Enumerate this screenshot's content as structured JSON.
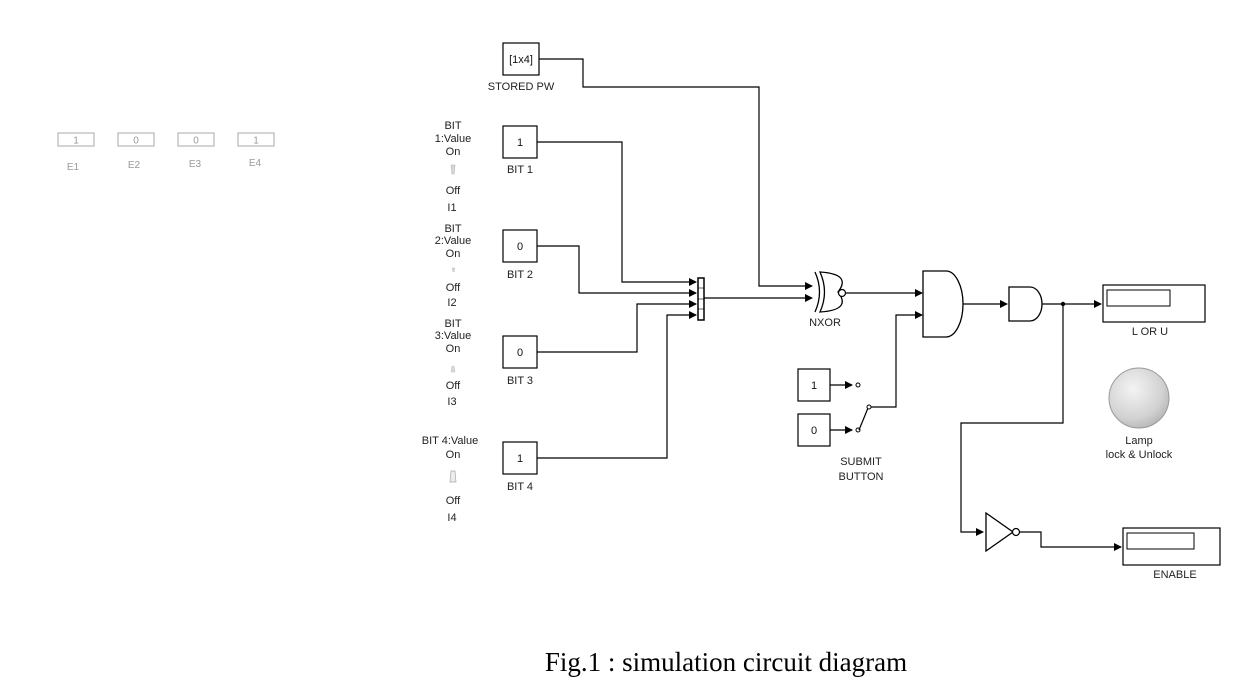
{
  "caption": "Fig.1 : simulation circuit diagram",
  "displays_left": [
    {
      "value": "1",
      "label": "E1"
    },
    {
      "value": "0",
      "label": "E2"
    },
    {
      "value": "0",
      "label": "E3"
    },
    {
      "value": "1",
      "label": "E4"
    }
  ],
  "stored_pw": {
    "value": "[1x4]",
    "label": "STORED PW"
  },
  "switches": [
    {
      "title_lines": [
        "BIT",
        "1:Value"
      ],
      "on": "On",
      "off": "Off",
      "name": "I1"
    },
    {
      "title_lines": [
        "BIT",
        "2:Value"
      ],
      "on": "On",
      "off": "Off",
      "name": "I2"
    },
    {
      "title_lines": [
        "BIT",
        "3:Value"
      ],
      "on": "On",
      "off": "Off",
      "name": "I3"
    },
    {
      "title_lines": [
        "BIT 4:Value"
      ],
      "on": "On",
      "off": "Off",
      "name": "I4"
    }
  ],
  "constants": [
    {
      "value": "1",
      "label": "BIT 1"
    },
    {
      "value": "0",
      "label": "BIT 2"
    },
    {
      "value": "0",
      "label": "BIT 3"
    },
    {
      "value": "1",
      "label": "BIT 4"
    }
  ],
  "nxor_label": "NXOR",
  "submit": {
    "const_top": "1",
    "const_bottom": "0",
    "label_lines": [
      "SUBMIT",
      "BUTTON"
    ]
  },
  "display_lu_label": "L OR U",
  "lamp_label_lines": [
    "Lamp",
    "lock & Unlock"
  ],
  "display_enable_label": "ENABLE"
}
